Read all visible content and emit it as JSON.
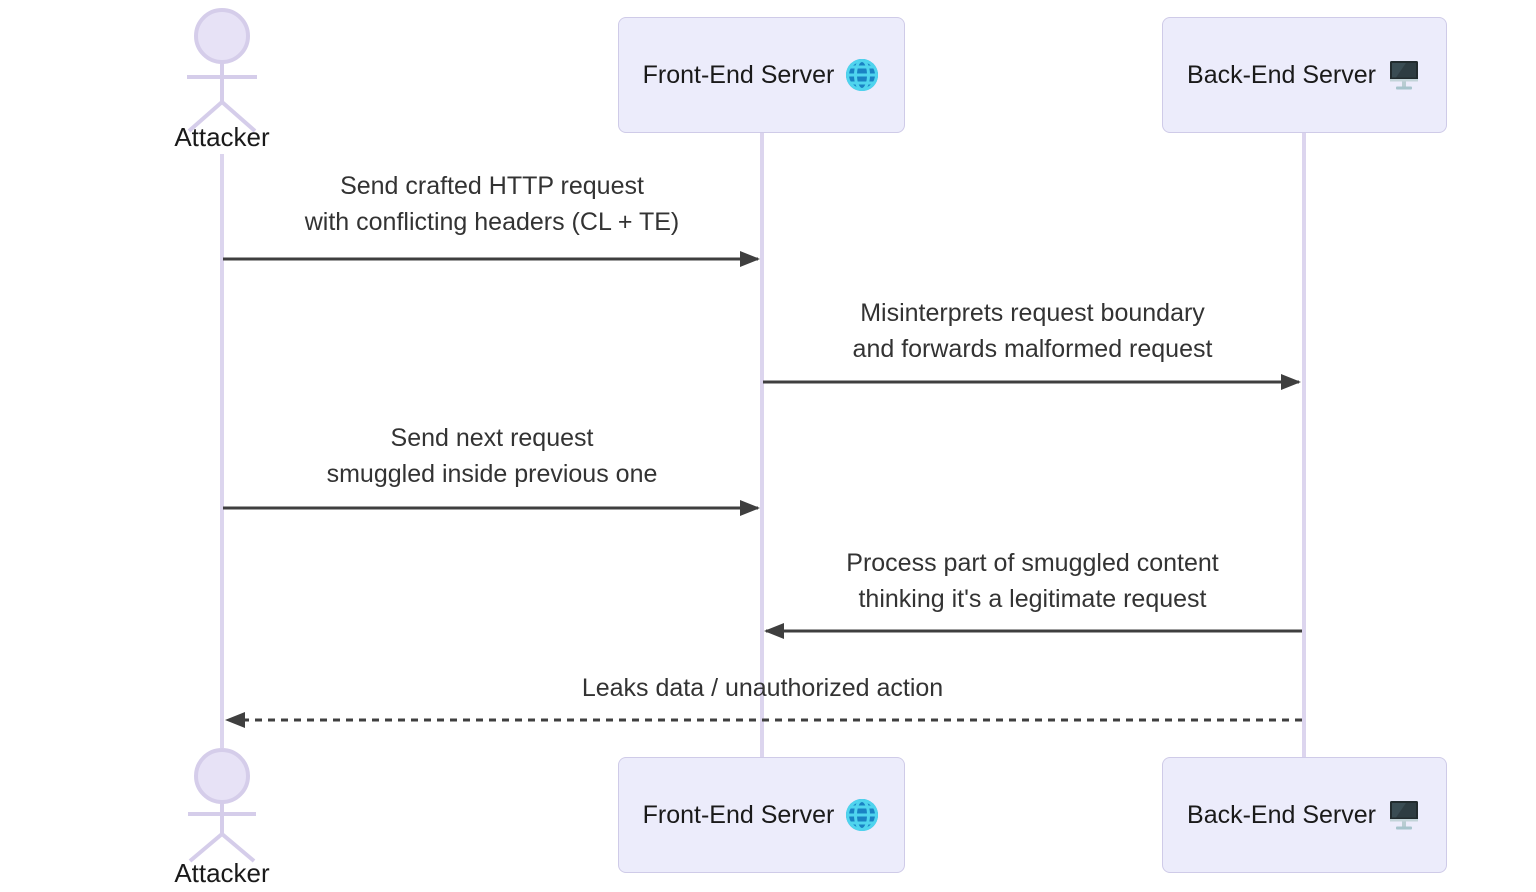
{
  "actor": {
    "label": "Attacker"
  },
  "participants": [
    {
      "label": "Front-End Server",
      "icon": "globe-icon"
    },
    {
      "label": "Back-End Server",
      "icon": "monitor-icon"
    }
  ],
  "messages": [
    {
      "from": "Attacker",
      "to": "Front-End Server",
      "line_style": "solid",
      "lines": [
        "Send crafted HTTP request",
        "with conflicting headers (CL + TE)"
      ]
    },
    {
      "from": "Front-End Server",
      "to": "Back-End Server",
      "line_style": "solid",
      "lines": [
        "Misinterprets request boundary",
        "and forwards malformed request"
      ]
    },
    {
      "from": "Attacker",
      "to": "Front-End Server",
      "line_style": "solid",
      "lines": [
        "Send next request",
        "smuggled inside previous one"
      ]
    },
    {
      "from": "Back-End Server",
      "to": "Front-End Server",
      "line_style": "solid",
      "lines": [
        "Process part of smuggled content",
        "thinking it's a legitimate request"
      ]
    },
    {
      "from": "Back-End Server",
      "to": "Attacker",
      "line_style": "dashed",
      "lines": [
        "Leaks data / unauthorized action"
      ]
    }
  ],
  "colors": {
    "background": "#FFFFFF",
    "participant_fill": "#ECECFB",
    "participant_border": "#CFCBE8",
    "actor_stroke": "#D5CDEA",
    "actor_fill": "#E7E2F6",
    "lifeline": "#DCD5EE",
    "arrow": "#3F3F3F",
    "text": "#333333",
    "globe_blue": "#1A82C4",
    "globe_cyan": "#4FD4EE",
    "monitor_screen": "#2E3C42",
    "monitor_stand": "#AFC9D0"
  }
}
